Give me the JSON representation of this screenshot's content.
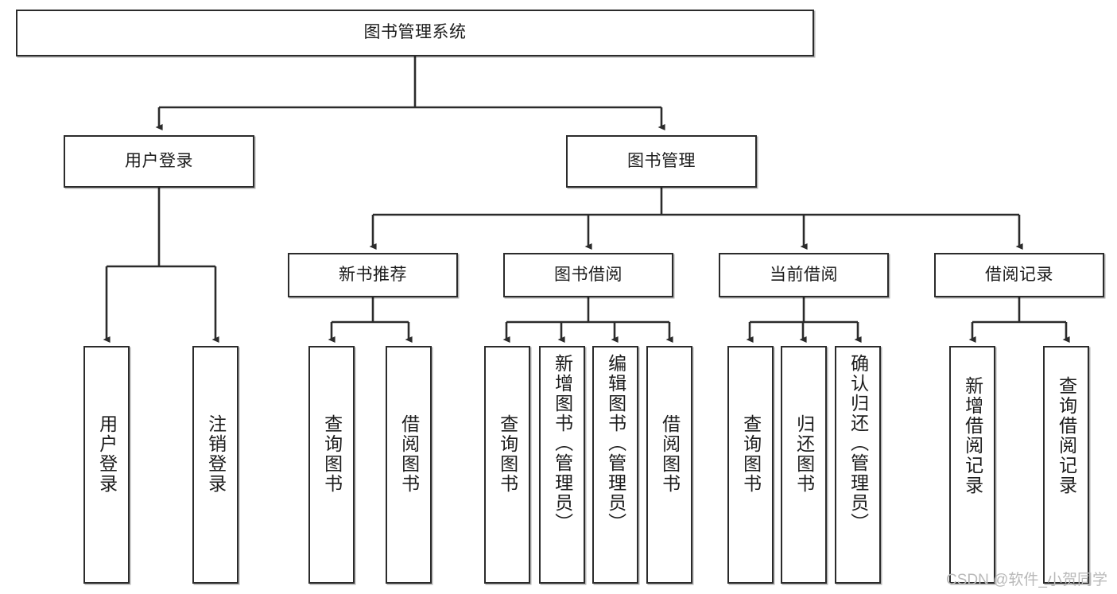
{
  "diagram": {
    "title": "图书管理系统",
    "type": "hierarchy-tree",
    "root": {
      "id": "root",
      "label": "图书管理系统"
    },
    "level2": [
      {
        "id": "user-login",
        "label": "用户登录"
      },
      {
        "id": "book-manage",
        "label": "图书管理"
      }
    ],
    "level3": [
      {
        "id": "new-book-rec",
        "label": "新书推荐",
        "parent": "book-manage"
      },
      {
        "id": "book-borrow",
        "label": "图书借阅",
        "parent": "book-manage"
      },
      {
        "id": "current-borrow",
        "label": "当前借阅",
        "parent": "book-manage"
      },
      {
        "id": "borrow-record",
        "label": "借阅记录",
        "parent": "book-manage"
      }
    ],
    "leaves": [
      {
        "id": "leaf-user-login",
        "label": "用户登录",
        "parent": "user-login"
      },
      {
        "id": "leaf-logout",
        "label": "注销登录",
        "parent": "user-login"
      },
      {
        "id": "leaf-query-book-1",
        "label": "查询图书",
        "parent": "new-book-rec"
      },
      {
        "id": "leaf-borrow-book-1",
        "label": "借阅图书",
        "parent": "new-book-rec"
      },
      {
        "id": "leaf-query-book-2",
        "label": "查询图书",
        "parent": "book-borrow"
      },
      {
        "id": "leaf-add-book",
        "label": "新增图书（管理员）",
        "parent": "book-borrow"
      },
      {
        "id": "leaf-edit-book",
        "label": "编辑图书（管理员）",
        "parent": "book-borrow"
      },
      {
        "id": "leaf-borrow-book-2",
        "label": "借阅图书",
        "parent": "book-borrow"
      },
      {
        "id": "leaf-query-book-3",
        "label": "查询图书",
        "parent": "current-borrow"
      },
      {
        "id": "leaf-return-book",
        "label": "归还图书",
        "parent": "current-borrow"
      },
      {
        "id": "leaf-confirm-return",
        "label": "确认归还（管理员）",
        "parent": "current-borrow"
      },
      {
        "id": "leaf-add-record",
        "label": "新增借阅记录",
        "parent": "borrow-record"
      },
      {
        "id": "leaf-query-record",
        "label": "查询借阅记录",
        "parent": "borrow-record"
      }
    ],
    "watermark": "CSDN @软件_小贺同学",
    "colors": {
      "box_border": "#2b2b2b",
      "box_fill": "#ffffff",
      "connector": "#2b2b2b",
      "text": "#1c1c1c",
      "watermark": "#b9b9b9",
      "background": "#ffffff"
    }
  }
}
